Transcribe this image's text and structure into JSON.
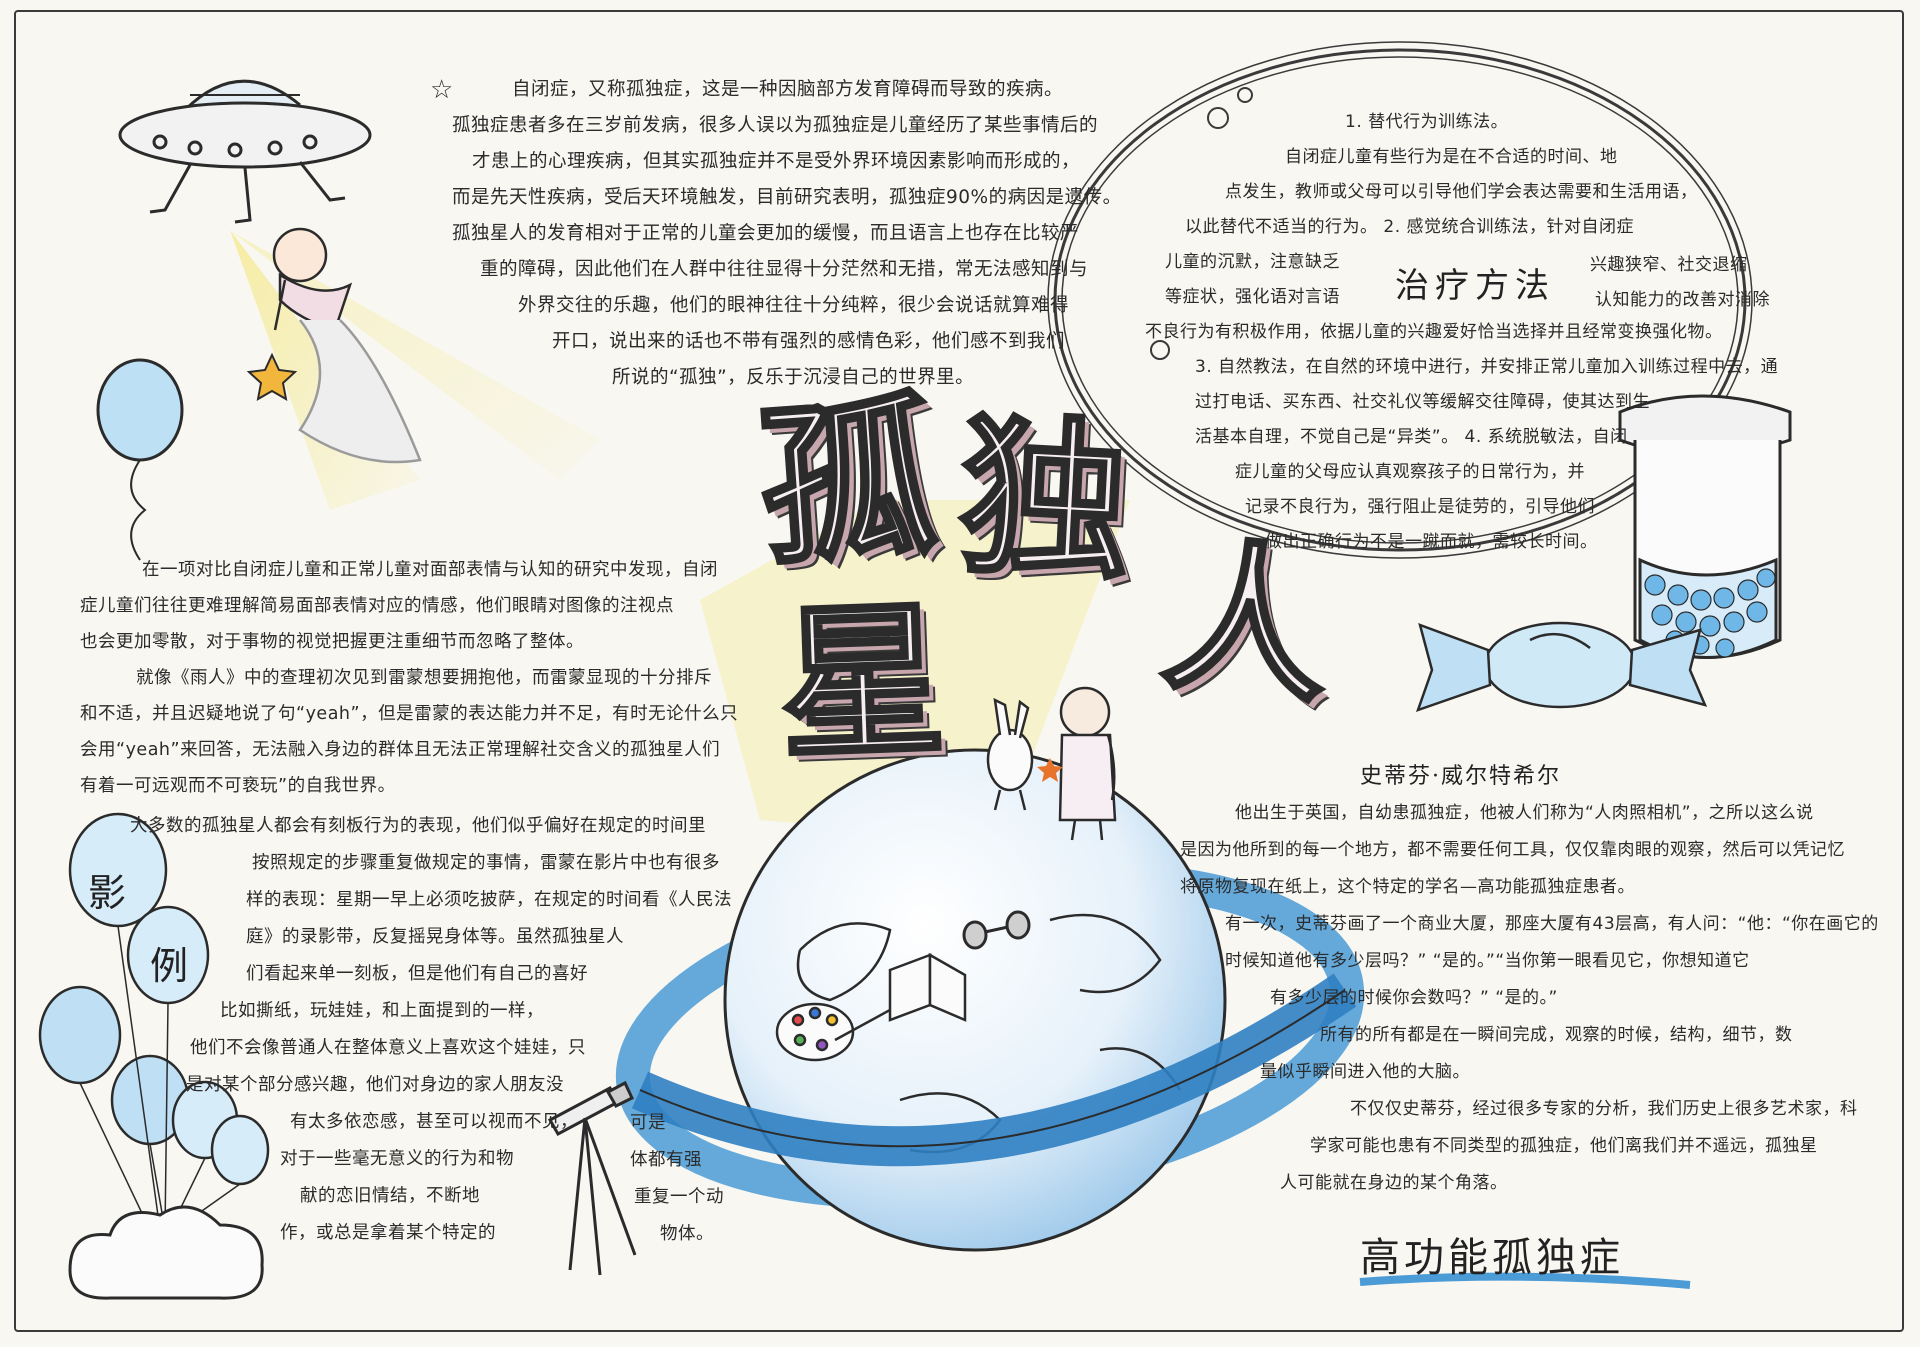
{
  "title": {
    "line1": [
      "孤",
      "独"
    ],
    "line2": [
      "星",
      "人"
    ]
  },
  "star_glyph": "☆",
  "intro": {
    "lines": [
      "自闭症，又称孤独症，这是一种因脑部方发育障碍而导致的疾病。",
      "孤独症患者多在三岁前发病，很多人误以为孤独症是儿童经历了某些事情后的",
      "才患上的心理疾病，但其实孤独症并不是受外界环境因素影响而形成的，",
      "而是先天性疾病，受后天环境触发，目前研究表明，孤独症90%的病因是遗传。",
      "孤独星人的发育相对于正常的儿童会更加的缓慢，而且语言上也存在比较严",
      "重的障碍，因此他们在人群中往往显得十分茫然和无措，常无法感知到与",
      "外界交往的乐趣，他们的眼神往往十分纯粹，很少会说话就算难得",
      "开口，说出来的话也不带有强烈的感情色彩，他们感不到我们",
      "所说的“孤独”，反乐于沉浸自己的世界里。"
    ]
  },
  "treatment": {
    "heading": "治疗方法",
    "lines": [
      "1. 替代行为训练法。",
      "自闭症儿童有些行为是在不合适的时间、地",
      "点发生，教师或父母可以引导他们学会表达需要和生活用语，",
      "以此替代不适当的行为。  2. 感觉统合训练法，针对自闭症",
      "儿童的沉默，注意缺乏",
      "等症状，强化语对言语",
      "不良行为有积极作用，依据儿童的兴趣爱好恰当选择并且经常变换强化物。",
      "3. 自然教法，在自然的环境中进行，并安排正常儿童加入训练过程中去，通",
      "过打电话、买东西、社交礼仪等缓解交往障碍，使其达到生",
      "活基本自理，不觉自己是“异类”。 4. 系统脱敏法，自闭",
      "症儿童的父母应认真观察孩子的日常行为，并",
      "记录不良行为，强行阻止是徒劳的，引导他们",
      "做出正确行为不是一蹴而就，需较长时间。"
    ],
    "side_right_1": "兴趣狭窄、社交退缩",
    "side_right_2": "认知能力的改善对消除"
  },
  "study": {
    "lines": [
      "在一项对比自闭症儿童和正常儿童对面部表情与认知的研究中发现，自闭",
      "症儿童们往往更难理解简易面部表情对应的情感，他们眼睛对图像的注视点",
      "也会更加零散，对于事物的视觉把握更注重细节而忽略了整体。",
      "就像《雨人》中的查理初次见到雷蒙想要拥抱他，而雷蒙显现的十分排斥",
      "和不适，并且迟疑地说了句“yeah”，但是雷蒙的表达能力并不足，有时无论什么只",
      "会用“yeah”来回答，无法融入身边的群体且无法正常理解社交含义的孤独星人们",
      "有着一可远观而不可亵玩”的自我世界。"
    ]
  },
  "examples": {
    "balloon_1": "影",
    "balloon_2": "例",
    "lines_a": [
      "大多数的孤独星人都会有刻板行为的表现，他们似乎偏好在规定的时间里",
      "按照规定的步骤重复做规定的事情，雷蒙在影片中也有很多",
      "样的表现：星期一早上必须吃披萨，在规定的时间看《人民法",
      "庭》的录影带，反复摇晃身体等。虽然孤独星人",
      "们看起来单一刻板，但是他们有自己的喜好",
      "比如撕纸，玩娃娃，和上面提到的一样，",
      "他们不会像普通人在整体意义上喜欢这个娃娃，只",
      "是对某个部分感兴趣，他们对身边的家人朋友没",
      "有太多依恋感，甚至可以视而不见，",
      "对于一些毫无意义的行为和物",
      "献的恋旧情结，不断地",
      "作，或总是拿着某个特定的"
    ],
    "lines_b": [
      "可是",
      "体都有强",
      "重复一个动",
      "物体。"
    ]
  },
  "wiltshire": {
    "heading": "史蒂芬·威尔特希尔",
    "lines": [
      "他出生于英国，自幼患孤独症，他被人们称为“人肉照相机”，之所以这么说",
      "是因为他所到的每一个地方，都不需要任何工具，仅仅靠肉眼的观察，然后可以凭记忆",
      "将原物复现在纸上，这个特定的学名—高功能孤独症患者。",
      "有一次，史蒂芬画了一个商业大厦，那座大厦有43层高，有人问：“他：“你在画它的",
      "时候知道他有多少层吗？”       “是的。”“当你第一眼看见它，你想知道它",
      "有多少层的时候你会数吗？”        “是的。”",
      "所有的所有都是在一瞬间完成，观察的时候，结构，细节，数",
      "量似乎瞬间进入他的大脑。",
      "不仅仅史蒂芬，经过很多专家的分析，我们历史上很多艺术家，科",
      "学家可能也患有不同类型的孤独症，他们离我们并不遥远，孤独星",
      "人可能就在身边的某个角落。"
    ],
    "banner": "高功能孤独症"
  },
  "colors": {
    "ink": "#2b2b2b",
    "blue": "#4a9bd6",
    "light_blue": "#9fd1ef",
    "yellow": "#f2e27a",
    "pink": "#e8b7c4",
    "paper": "#f8f7f2"
  },
  "icons": [
    "ufo-icon",
    "balloon-icon",
    "star-icon",
    "jar-icon",
    "candy-icon",
    "planet-icon",
    "rabbit-icon",
    "girl-icon",
    "telescope-icon",
    "palette-icon",
    "book-icon",
    "dumbbell-icon",
    "cloud-icon"
  ]
}
